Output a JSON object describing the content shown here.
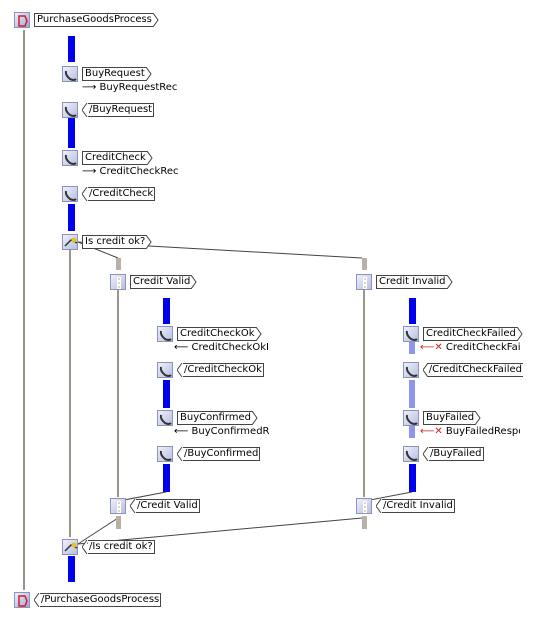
{
  "process": {
    "start": "PurchaseGoodsProcess",
    "end": "/PurchaseGoodsProcess"
  },
  "steps": {
    "buy_request": {
      "label": "BuyRequest",
      "message": "BuyRequestRec",
      "close": "/BuyRequest"
    },
    "credit_check": {
      "label": "CreditCheck",
      "message": "CreditCheckRec",
      "close": "/CreditCheck"
    }
  },
  "decision": {
    "open": "Is credit ok?",
    "close": "/Is credit ok?"
  },
  "branches": {
    "valid": {
      "open": "Credit Valid",
      "close": "/Credit Valid",
      "ok": {
        "label": "CreditCheckOk",
        "message": "CreditCheckOkI",
        "close": "/CreditCheckOk"
      },
      "confirmed": {
        "label": "BuyConfirmed",
        "message": "BuyConfirmedR",
        "close": "/BuyConfirmed"
      }
    },
    "invalid": {
      "open": "Credit Invalid",
      "close": "/Credit Invalid",
      "failed": {
        "label": "CreditCheckFailed",
        "message": "CreditCheckFail",
        "close": "/CreditCheckFailed"
      },
      "buy_failed": {
        "label": "BuyFailed",
        "message": "BuyFailedRespo",
        "close": "/BuyFailed"
      }
    }
  },
  "colors": {
    "flow_bar": "#0000ee",
    "flow_bar_light": "#8f95ee",
    "gray_bar": "#b8b2a6",
    "line": "#9a958c",
    "cross": "#d02020"
  }
}
